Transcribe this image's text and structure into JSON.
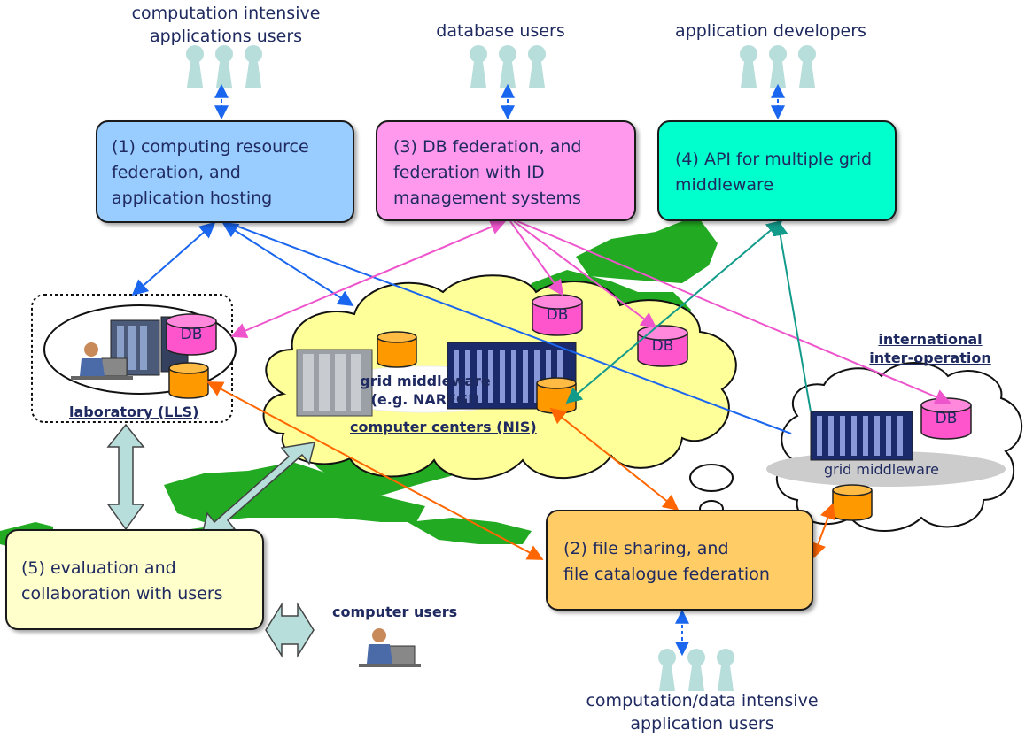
{
  "user_groups": {
    "computation_intensive": [
      "computation intensive",
      "applications users"
    ],
    "database": "database users",
    "developers": "application developers",
    "data_intensive": [
      "computation/data intensive",
      "application users"
    ],
    "computer_users": "computer users"
  },
  "boxes": {
    "box1": [
      "(1) computing resource",
      "federation,  and",
      "application hosting"
    ],
    "box2": [
      "(2) file sharing,  and",
      "file catalogue federation"
    ],
    "box3": [
      "(3) DB federation,  and",
      "federation with ID",
      "management systems"
    ],
    "box4": [
      "(4) API for multiple grid",
      "middleware"
    ],
    "box5": [
      "(5) evaluation and",
      "collaboration with users"
    ]
  },
  "labels": {
    "laboratory": "laboratory (LLS)",
    "grid_middleware_main": [
      "grid middleware",
      "(e.g. NAREGI)"
    ],
    "computer_centers": "computer centers (NIS)",
    "international": [
      "international",
      "inter-operation"
    ],
    "grid_middleware_intl": "grid middleware",
    "db": "DB"
  },
  "colors": {
    "box1": "#99ccff",
    "box2": "#ffcc66",
    "box3": "#ff99ee",
    "box4": "#00ffcc",
    "box5": "#ffffcc",
    "cloud": "#ffff99",
    "map_green": "#22aa22",
    "db_magenta": "#ff55cc",
    "db_orange": "#ff9900",
    "user_icon": "#b7dedb",
    "arrow_blue": "#1a66ee",
    "arrow_pink": "#ee55cc",
    "arrow_teal": "#129a8a",
    "arrow_orange": "#ff6600"
  }
}
